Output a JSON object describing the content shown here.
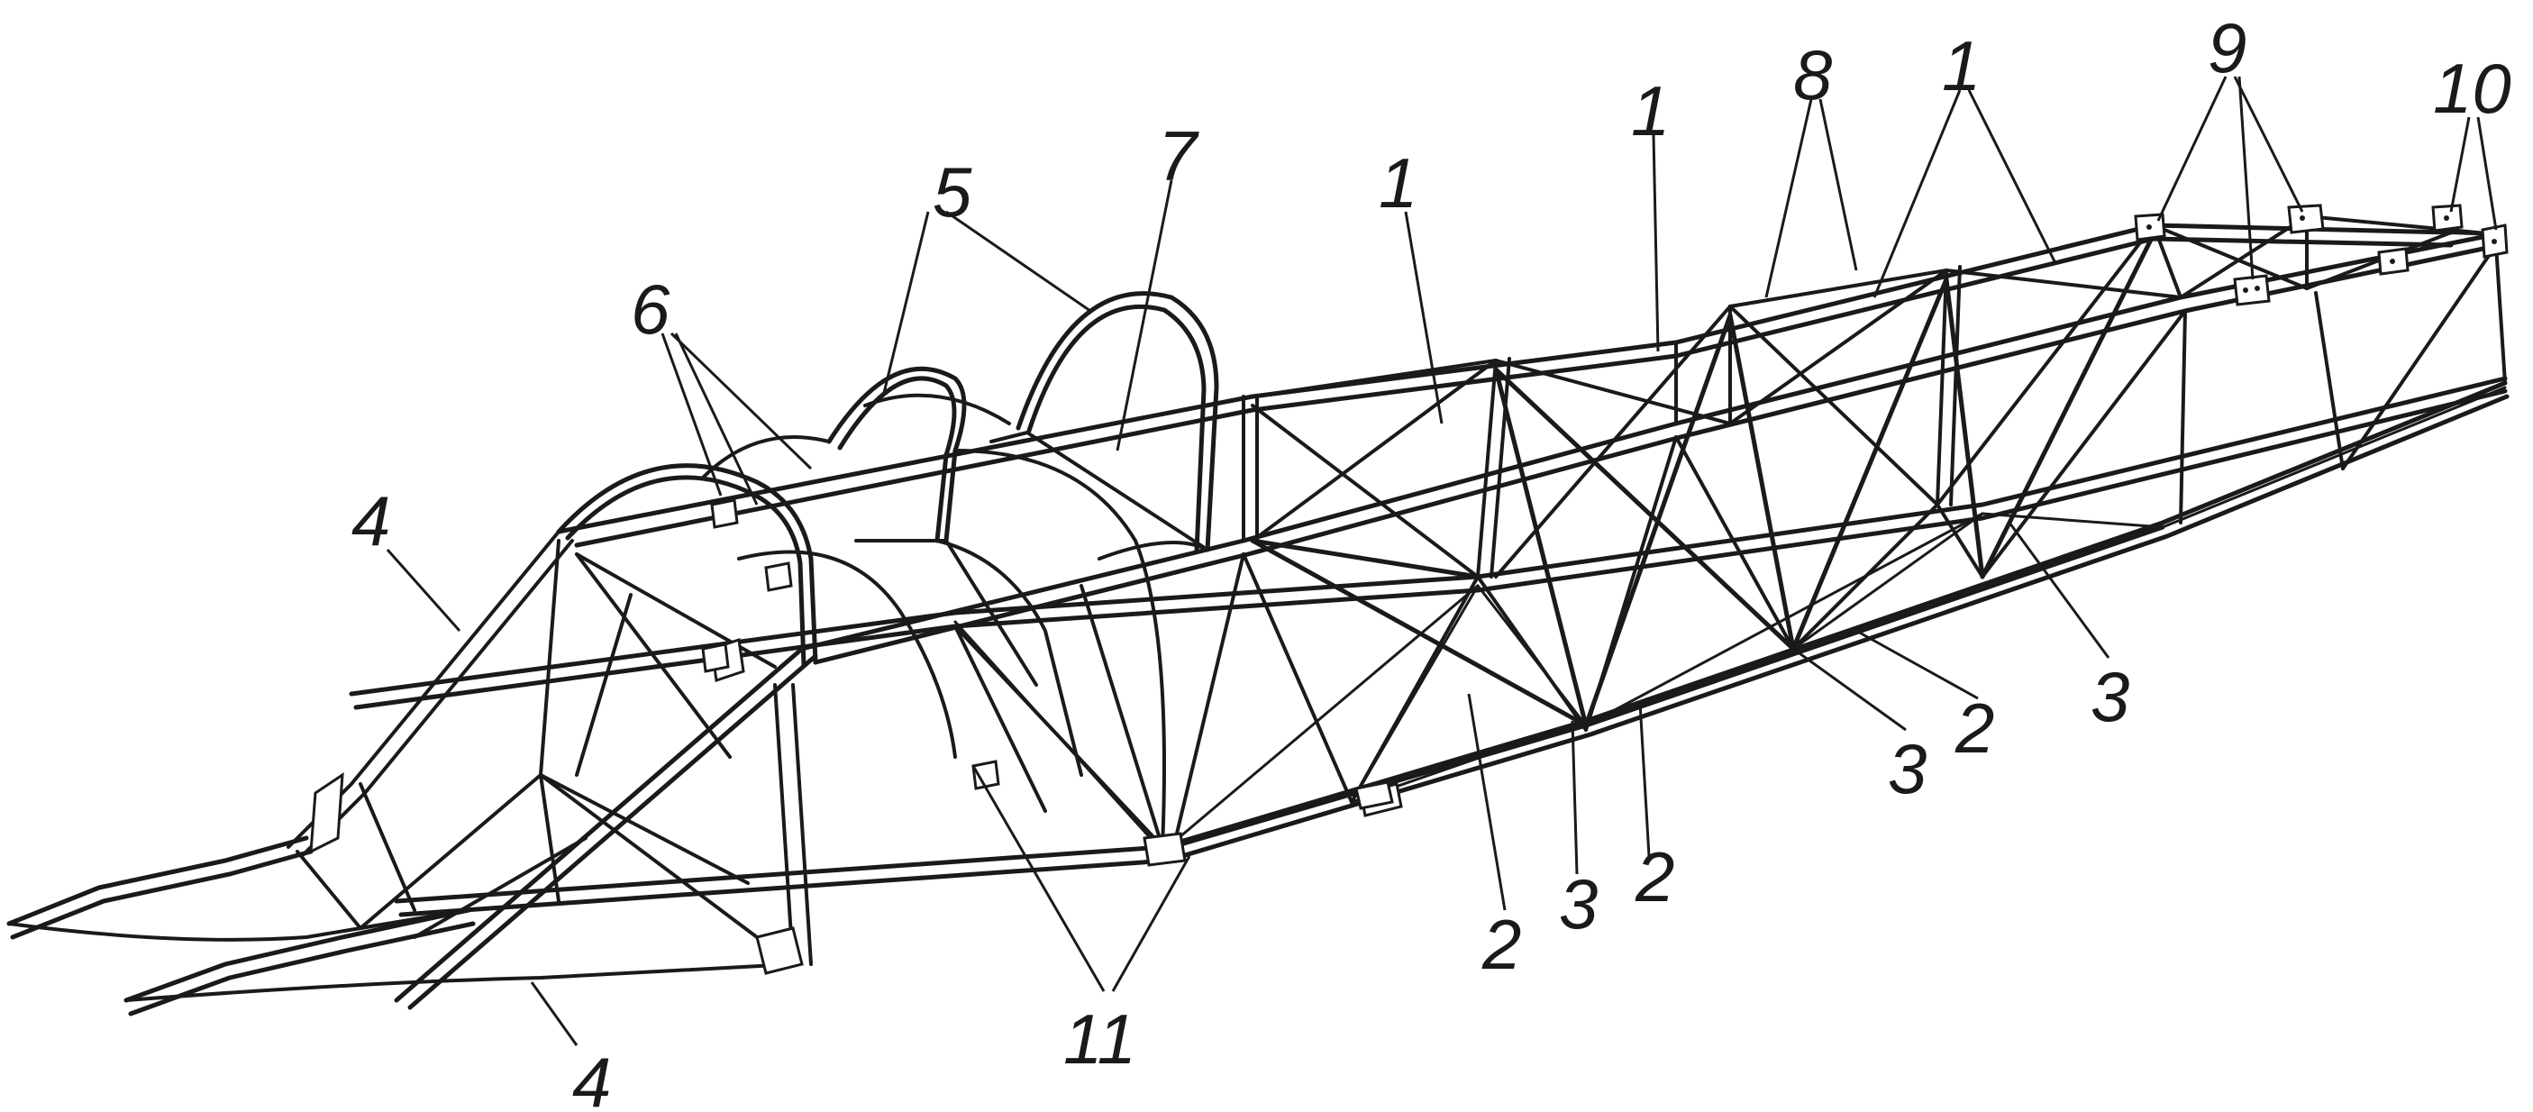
{
  "labels": {
    "l1a": "1",
    "l1b": "1",
    "l1c": "1",
    "l2a": "2",
    "l2b": "2",
    "l2c": "2",
    "l3a": "3",
    "l3b": "3",
    "l3c": "3",
    "l4a": "4",
    "l4b": "4",
    "l5": "5",
    "l6": "6",
    "l7": "7",
    "l8": "8",
    "l9": "9",
    "l10": "10",
    "l11": "11"
  }
}
